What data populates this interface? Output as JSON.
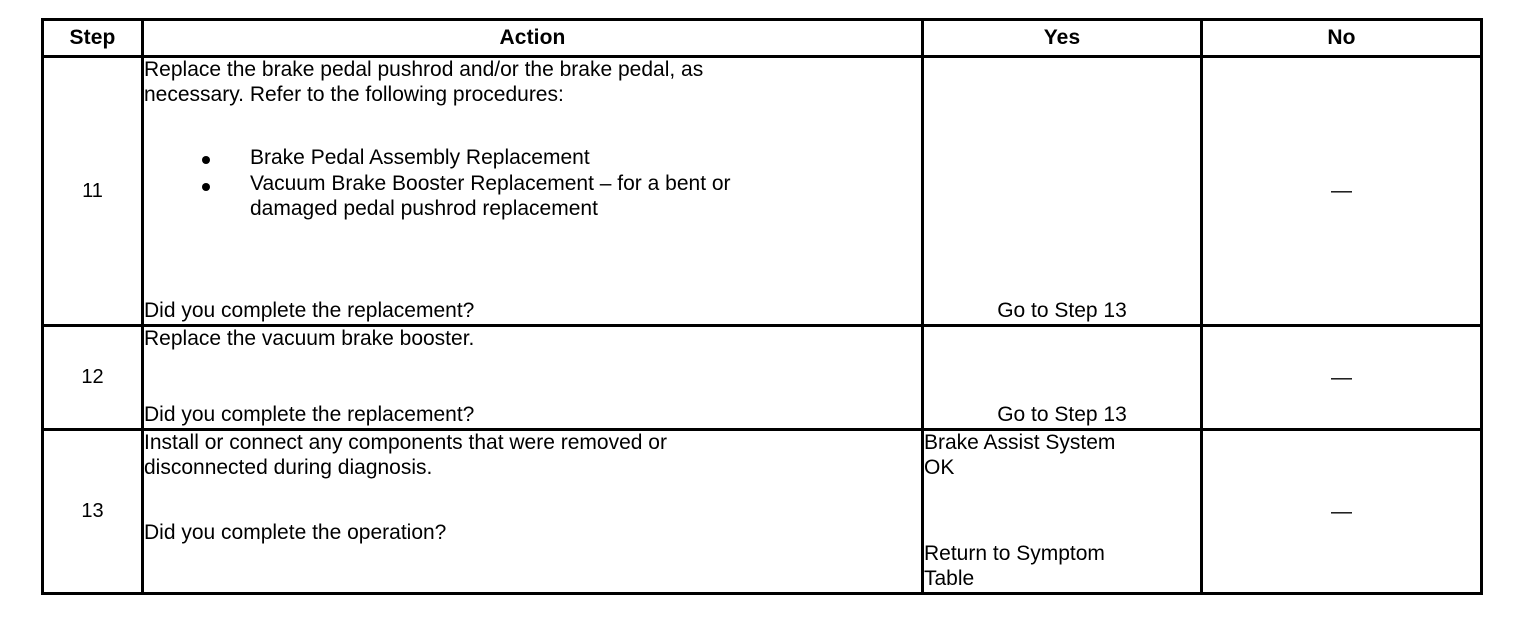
{
  "table": {
    "columns": [
      {
        "key": "step",
        "label": "Step"
      },
      {
        "key": "action",
        "label": "Action"
      },
      {
        "key": "yes",
        "label": "Yes"
      },
      {
        "key": "no",
        "label": "No"
      }
    ],
    "rows": [
      {
        "step": "11",
        "action": {
          "lead_line_1": "Replace the brake pedal pushrod and/or the brake pedal, as",
          "lead_line_2": "necessary. Refer to the following procedures:",
          "bullets": [
            {
              "line_1": "Brake Pedal Assembly Replacement",
              "line_2": ""
            },
            {
              "line_1": "Vacuum Brake Booster Replacement – for a bent or",
              "line_2": "damaged pedal pushrod replacement"
            }
          ],
          "question": "Did you complete the replacement?"
        },
        "yes": {
          "bottom_text": "Go to Step 13"
        },
        "no": {
          "text": "—"
        }
      },
      {
        "step": "12",
        "action": {
          "lead_line_1": "Replace the vacuum brake booster.",
          "lead_line_2": "",
          "bullets": [],
          "question": "Did you complete the replacement?"
        },
        "yes": {
          "bottom_text": "Go to Step 13"
        },
        "no": {
          "text": "—"
        }
      },
      {
        "step": "13",
        "action": {
          "lead_line_1": "Install or connect any components that were removed or",
          "lead_line_2": "disconnected during diagnosis.",
          "bullets": [],
          "question": "Did you complete the operation?"
        },
        "yes": {
          "top_line_1": "Brake Assist System",
          "top_line_2": "OK",
          "bottom_line_1": "Return to Symptom",
          "bottom_line_2": "Table"
        },
        "no": {
          "text": "—"
        }
      }
    ]
  },
  "colors": {
    "border": "#000000",
    "text": "#000000",
    "background": "#ffffff"
  }
}
